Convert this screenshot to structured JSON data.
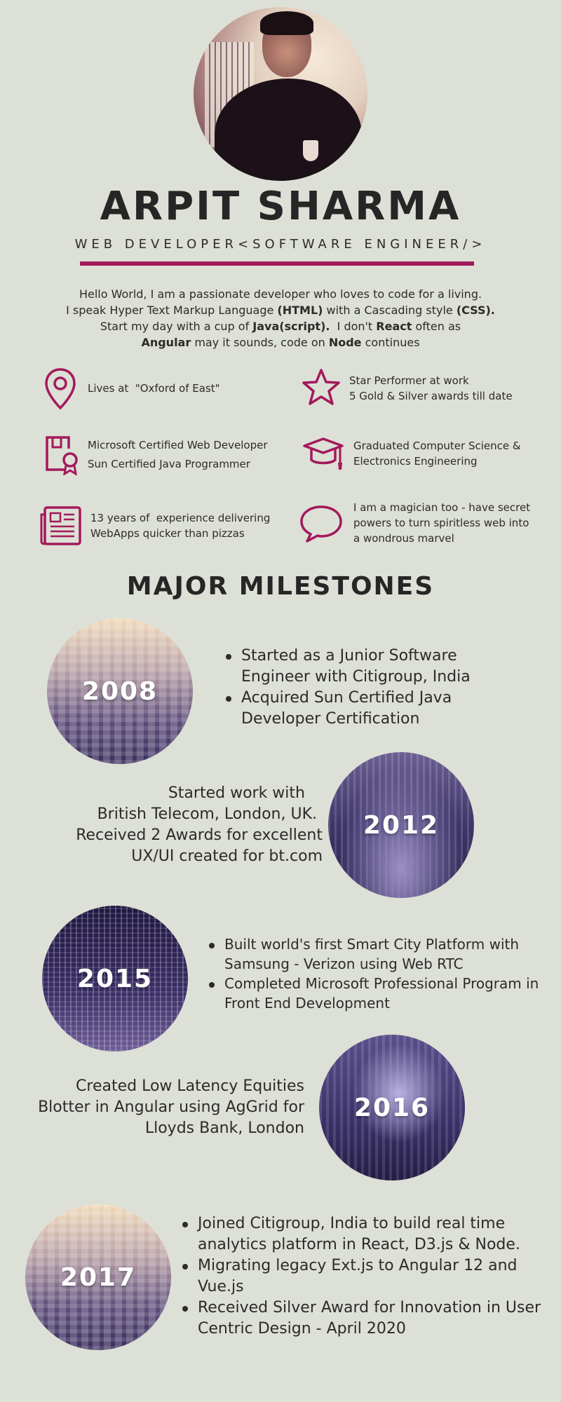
{
  "header": {
    "name": "ARPIT SHARMA",
    "tagline": "WEB DEVELOPER<SOFTWARE ENGINEER/>"
  },
  "bio": {
    "line1": "Hello World, I am a passionate developer who loves to code for a living.",
    "line2_a": "I speak Hyper Text Markup Language ",
    "line2_b": "(HTML)",
    "line2_c": " with a Cascading style ",
    "line2_d": "(CSS).",
    "line3_a": "Start my day with a cup of ",
    "line3_b": "Java(script).",
    "line3_c": "  I don't ",
    "line3_d": "React",
    "line3_e": " often as",
    "line4_a": "Angular",
    "line4_b": " may it sounds, code on ",
    "line4_c": "Node",
    "line4_d": " continues"
  },
  "facts": {
    "location": {
      "icon": "location-pin-icon",
      "line1": "Lives at  \"Oxford of East\""
    },
    "awards": {
      "icon": "star-icon",
      "line1": "Star Performer at work",
      "line2": "5 Gold & Silver awards till date"
    },
    "certs": {
      "icon": "certificate-icon",
      "line1": "Microsoft Certified Web Developer",
      "line2": "Sun Certified Java Programmer"
    },
    "education": {
      "icon": "graduation-cap-icon",
      "line1": "Graduated Computer Science &",
      "line2": "Electronics Engineering"
    },
    "experience": {
      "icon": "newspaper-icon",
      "line1": "13 years of  experience delivering",
      "line2": "WebApps quicker than pizzas"
    },
    "magic": {
      "icon": "speech-bubble-icon",
      "line1": "I am a magician too - have secret",
      "line2": "powers to turn spiritless web into",
      "line3": "a wondrous marvel"
    }
  },
  "milestones": {
    "title": "MAJOR MILESTONES",
    "m2008": {
      "year": "2008",
      "items": [
        "Started as a Junior Software Engineer with Citigroup, India",
        "Acquired Sun Certified Java Developer Certification"
      ]
    },
    "m2012": {
      "year": "2012",
      "lines": [
        "Started work with",
        "British Telecom, London, UK.",
        "Received 2 Awards for excellent",
        "UX/UI created for bt.com"
      ]
    },
    "m2015": {
      "year": "2015",
      "items": [
        "Built world's first Smart City Platform with Samsung - Verizon using Web RTC",
        "Completed Microsoft Professional Program in Front End Development"
      ]
    },
    "m2016": {
      "year": "2016",
      "lines": [
        "Created Low Latency Equities",
        "Blotter in Angular using AgGrid for",
        "Lloyds Bank, London"
      ]
    },
    "m2017": {
      "year": "2017",
      "items": [
        "Joined Citigroup, India to build real time analytics platform in React, D3.js & Node.",
        "Migrating legacy Ext.js to Angular 12 and Vue.js",
        "Received Silver Award for Innovation in User Centric Design - April 2020"
      ]
    }
  },
  "colors": {
    "accent": "#a3195b",
    "background": "#dde0d6",
    "text": "#2b2b2b"
  }
}
